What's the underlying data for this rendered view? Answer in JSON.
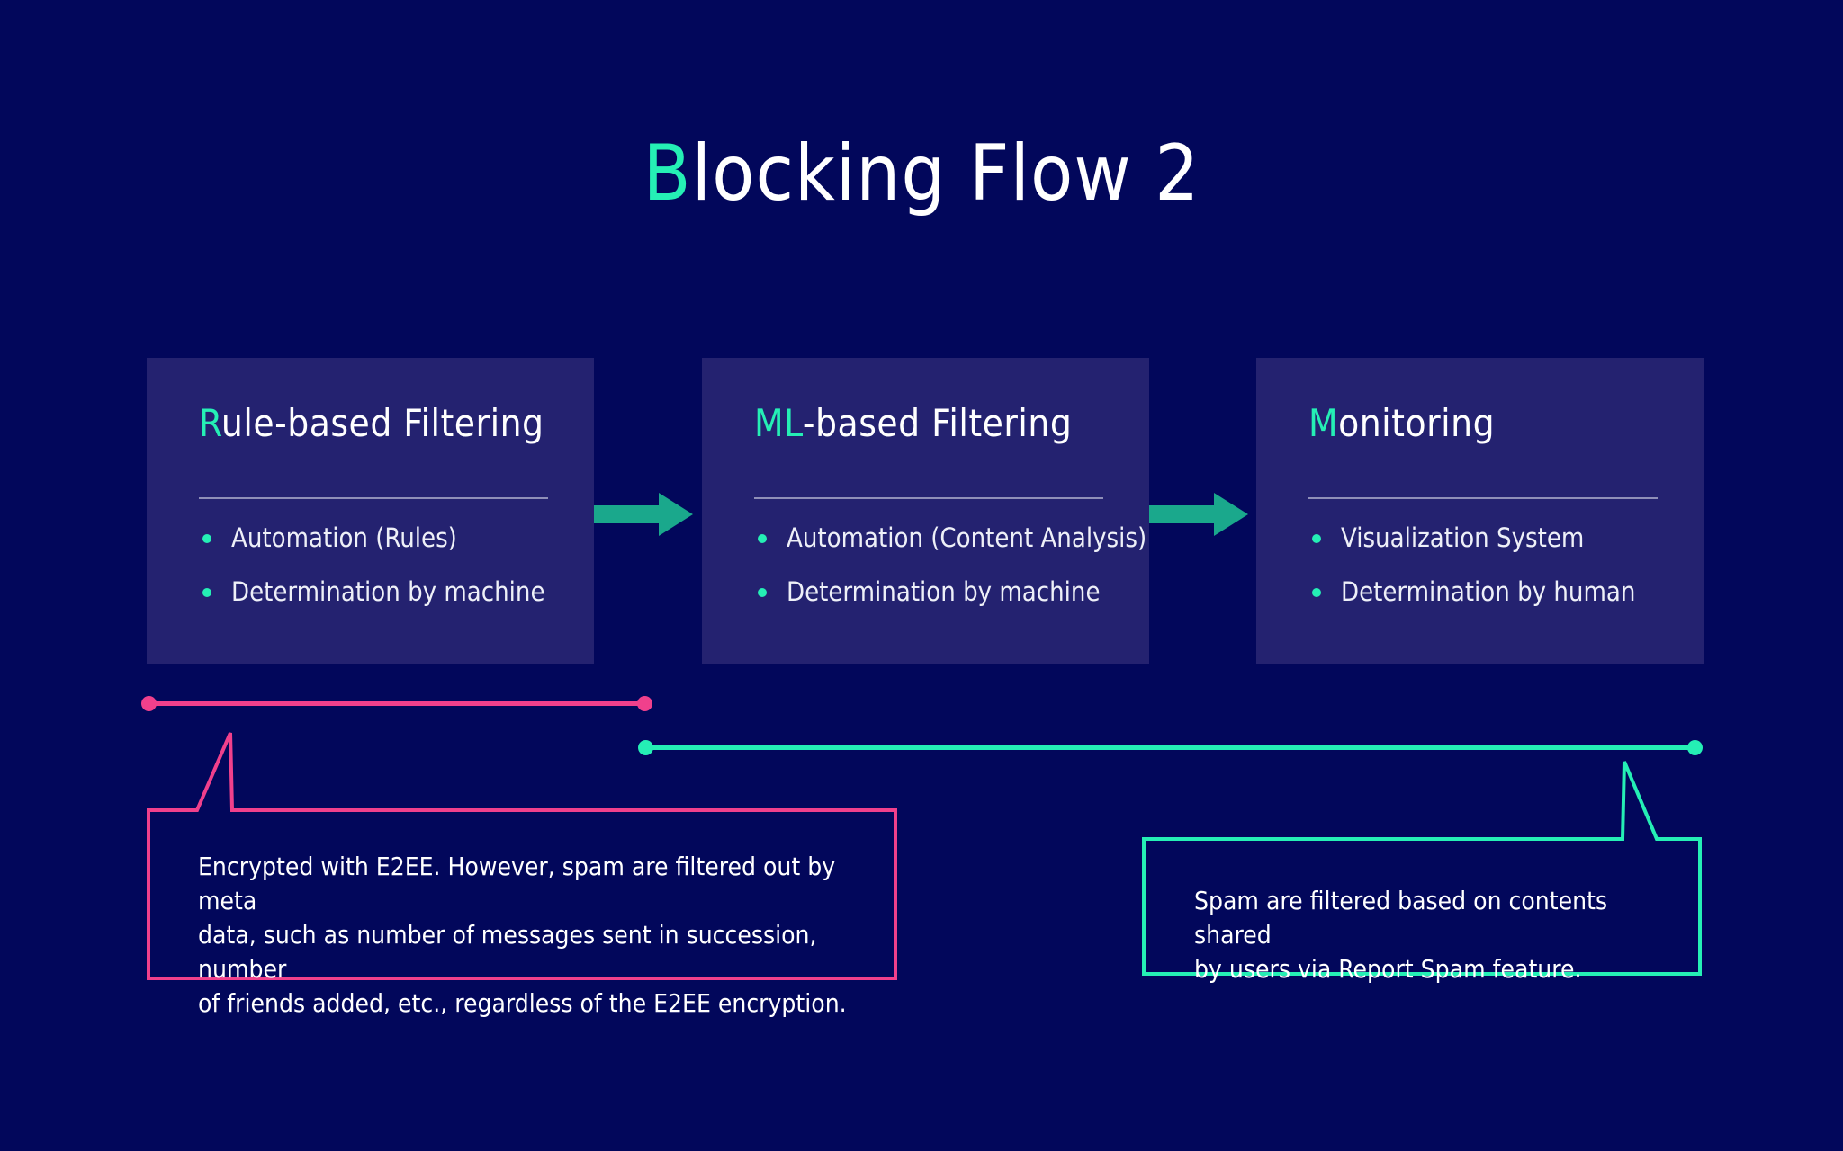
{
  "theme": {
    "background": "#02075b",
    "card_bg": "#242270",
    "accent_teal": "#25efb5",
    "accent_pink": "#f0408c",
    "arrow_color": "#1aa88c",
    "text_white": "#ffffff",
    "divider": "#8f8fb8"
  },
  "title": {
    "accent_char": "B",
    "rest": "locking Flow 2",
    "full": "Blocking Flow 2"
  },
  "cards": [
    {
      "title_accent": "R",
      "title_rest": "ule-based Filtering",
      "title_full": "Rule-based Filtering",
      "bullets": [
        "Automation (Rules)",
        "Determination by machine"
      ]
    },
    {
      "title_accent": "ML",
      "title_rest": "-based Filtering",
      "title_full": "ML-based Filtering",
      "bullets": [
        "Automation (Content Analysis)",
        "Determination by machine"
      ]
    },
    {
      "title_accent": "M",
      "title_rest": "onitoring",
      "title_full": "Monitoring",
      "bullets": [
        "Visualization System",
        "Determination by human"
      ]
    }
  ],
  "arrows": [
    {
      "name": "arrow-card1-to-card2",
      "direction": "right"
    },
    {
      "name": "arrow-card2-to-card3",
      "direction": "right"
    }
  ],
  "connectors": [
    {
      "name": "pink-span",
      "color": "#f0408c",
      "spans_cards": "Rule-based Filtering"
    },
    {
      "name": "teal-span",
      "color": "#25efb5",
      "spans_cards": "ML-based Filtering to Monitoring"
    }
  ],
  "callouts": [
    {
      "name": "pink-callout",
      "color": "#f0408c",
      "text": "Encrypted with E2EE. However, spam are filtered out by meta\ndata, such as number of messages sent in succession, number\nof friends added, etc., regardless of the E2EE encryption."
    },
    {
      "name": "teal-callout",
      "color": "#25efb5",
      "text": "Spam are filtered based on contents shared\nby users via Report Spam feature."
    }
  ]
}
